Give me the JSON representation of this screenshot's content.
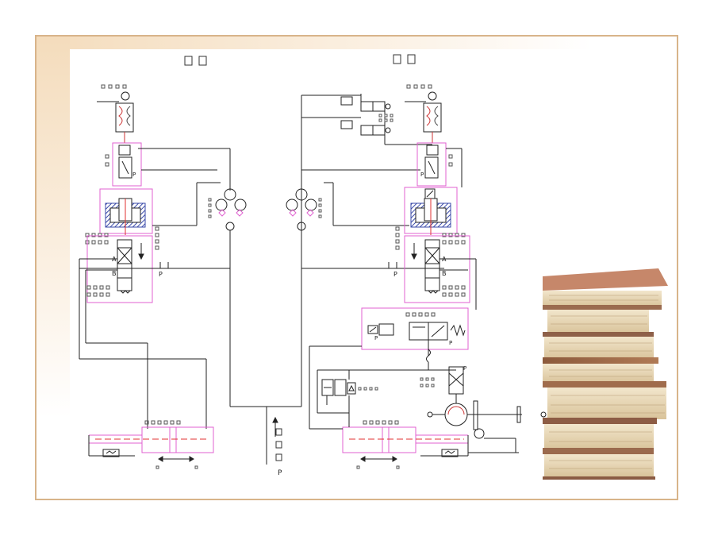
{
  "diagram": {
    "left_heading": "",
    "right_heading": "",
    "pressure_supply_label": "P",
    "port_labels": [
      "A",
      "B",
      "P"
    ]
  },
  "colors": {
    "frame": "#d8b48a",
    "line": "#222222",
    "enclosure": "#e060d0",
    "hatch": "#3a4aa8",
    "center_line": "#e03030"
  },
  "decor": {
    "books_image": "stack-of-old-books"
  }
}
